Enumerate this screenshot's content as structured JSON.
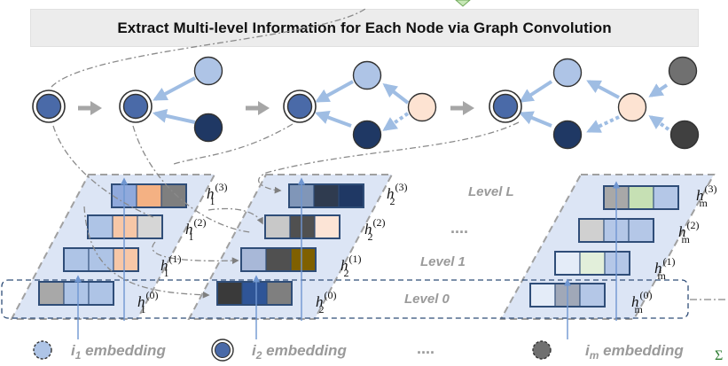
{
  "title": "Extract Multi-level Information for Each Node via Graph Convolution",
  "levels": [
    "Level L",
    "Level 1",
    "Level 0"
  ],
  "ellipsis": "....",
  "embeddings": [
    {
      "sub": "1",
      "word": "embedding"
    },
    {
      "sub": "2",
      "word": "embedding"
    },
    {
      "sub": "m",
      "word": "embedding"
    }
  ],
  "hidden_labels": {
    "node1": [
      {
        "base": "h",
        "sub": "1",
        "sup": "(0)"
      },
      {
        "base": "h",
        "sub": "1",
        "sup": "(1)"
      },
      {
        "base": "h",
        "sub": "1",
        "sup": "(2)"
      },
      {
        "base": "h",
        "sub": "1",
        "sup": "(3)"
      }
    ],
    "node2": [
      {
        "base": "h",
        "sub": "2",
        "sup": "(0)"
      },
      {
        "base": "h",
        "sub": "2",
        "sup": "(1)"
      },
      {
        "base": "h",
        "sub": "2",
        "sup": "(2)"
      },
      {
        "base": "h",
        "sub": "2",
        "sup": "(3)"
      }
    ],
    "nodem": [
      {
        "base": "h",
        "sub": "m",
        "sup": "(0)"
      },
      {
        "base": "h",
        "sub": "m",
        "sup": "(1)"
      },
      {
        "base": "h",
        "sub": "m",
        "sup": "(2)"
      },
      {
        "base": "h",
        "sub": "m",
        "sup": "(3)"
      }
    ]
  },
  "colors": {
    "light_blue": "#aec4e6",
    "mid_blue": "#4a6aa8",
    "dark_navy": "#1f3864",
    "peach": "#fde3d2",
    "grey": "#707070",
    "dark_grey": "#404040",
    "panel": "#dce5f5",
    "arrow_blue": "#9fbde3",
    "step_arrow": "#a6a6a6"
  }
}
